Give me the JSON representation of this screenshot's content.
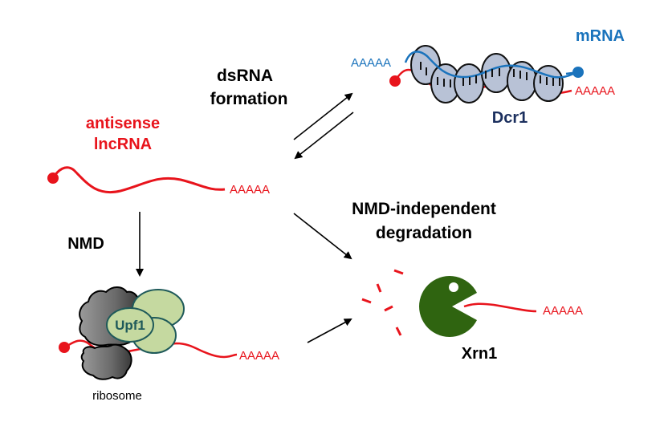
{
  "colors": {
    "lncrna_red": "#e8141c",
    "mrna_blue": "#1a73bc",
    "dcr1_navy": "#1b2f5e",
    "dcr1_fill": "#b8c2d6",
    "xrn1_green": "#2f6410",
    "upf1_fill": "#c5d9a0",
    "upf1_text": "#1f5a5a",
    "ribosome_gray": "#6e6e6e",
    "black": "#000000"
  },
  "labels": {
    "antisense_line1": "antisense",
    "antisense_line2": "lncRNA",
    "dsrna_line1": "dsRNA",
    "dsrna_line2": "formation",
    "mrna": "mRNA",
    "dcr1": "Dcr1",
    "nmd": "NMD",
    "nmd_indep_line1": "NMD-independent",
    "nmd_indep_line2": "degradation",
    "upf1": "Upf1",
    "ribosome": "ribosome",
    "xrn1": "Xrn1",
    "polya": "AAAAA"
  },
  "nodes": [
    {
      "id": "antisense-lncrna",
      "label": "antisense lncRNA"
    },
    {
      "id": "dsrna-complex",
      "label": "Dcr1 bound dsRNA with mRNA"
    },
    {
      "id": "nmd-complex",
      "label": "ribosome + Upf1"
    },
    {
      "id": "xrn1-degradation",
      "label": "Xrn1"
    }
  ],
  "edges": [
    {
      "from": "antisense-lncrna",
      "to": "dsrna-complex",
      "label": "dsRNA formation",
      "bidirectional": true
    },
    {
      "from": "antisense-lncrna",
      "to": "nmd-complex",
      "label": "NMD"
    },
    {
      "from": "antisense-lncrna",
      "to": "xrn1-degradation",
      "label": "NMD-independent degradation"
    },
    {
      "from": "nmd-complex",
      "to": "xrn1-degradation",
      "label": ""
    }
  ]
}
